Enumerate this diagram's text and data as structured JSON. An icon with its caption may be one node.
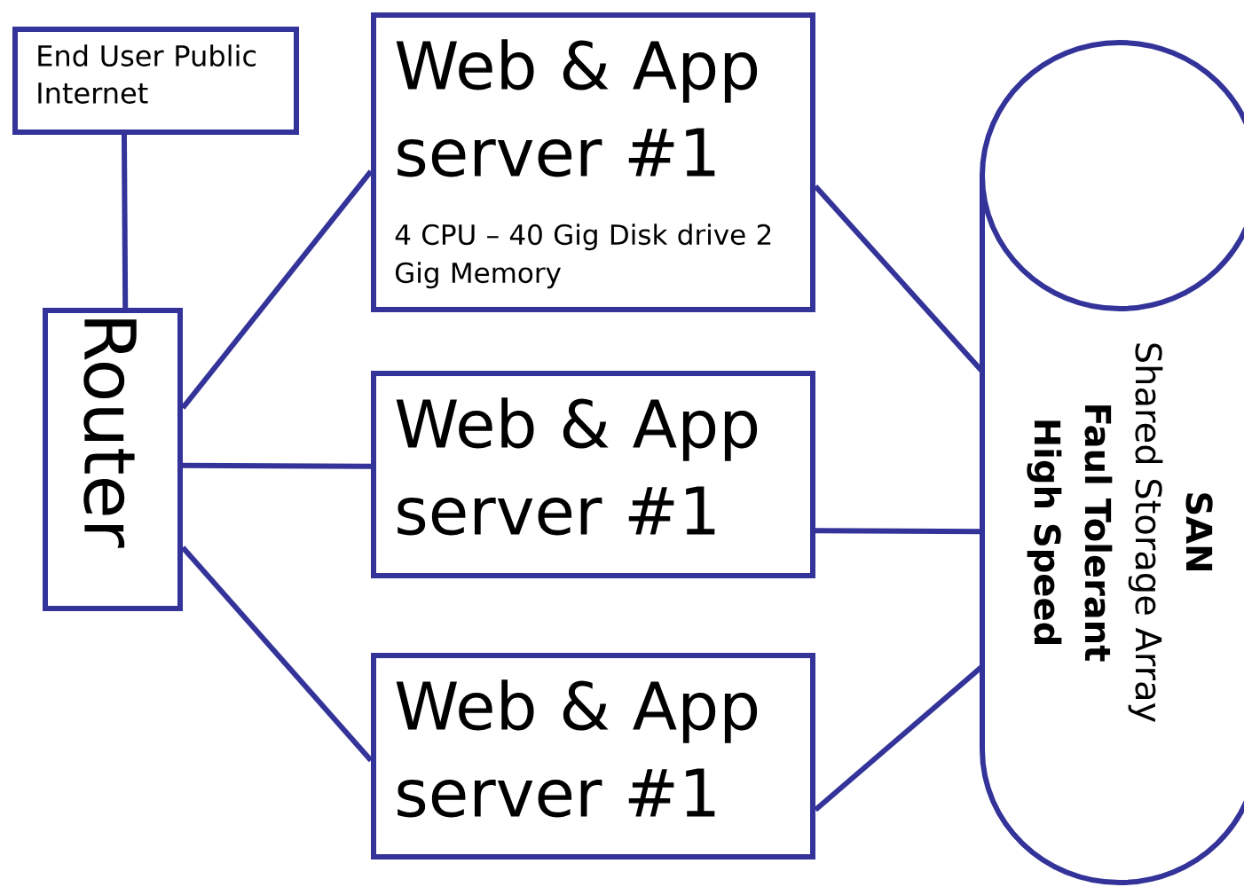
{
  "diagram": {
    "nodes": [
      {
        "text": [
          "End User Public Internet"
        ]
      },
      {
        "text": [
          "Router"
        ]
      },
      {
        "text": [
          "Web & App server #1",
          "4 CPU – 40 Gig Disk drive 2 Gig Memory"
        ]
      },
      {
        "text": [
          "Web & App server #1"
        ]
      },
      {
        "text": [
          "Web & App server #1"
        ]
      },
      {
        "text": [
          "SAN",
          "Shared Storage Array",
          "Faul Tolerant",
          "High Speed"
        ]
      }
    ],
    "edges": [
      {
        "from": 0,
        "to": 1,
        "arrow": "none"
      },
      {
        "from": 1,
        "to": 2,
        "arrow": "none"
      },
      {
        "from": 1,
        "to": 3,
        "arrow": "none"
      },
      {
        "from": 1,
        "to": 4,
        "arrow": "none"
      },
      {
        "from": 2,
        "to": 5,
        "arrow": "none"
      },
      {
        "from": 3,
        "to": 5,
        "arrow": "none"
      },
      {
        "from": 4,
        "to": 5,
        "arrow": "none"
      }
    ]
  }
}
